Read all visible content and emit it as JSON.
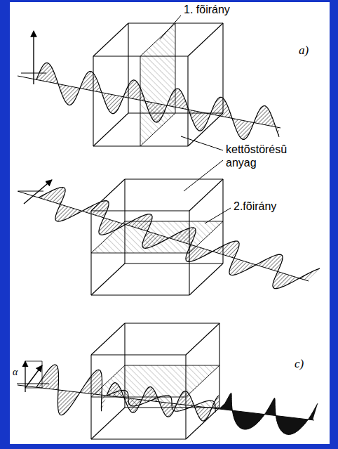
{
  "diagram": {
    "labels": [
      "1. fõirány",
      "kettõstörésû anyag",
      "2.fõirány",
      "a)",
      "c)",
      "α"
    ]
  }
}
